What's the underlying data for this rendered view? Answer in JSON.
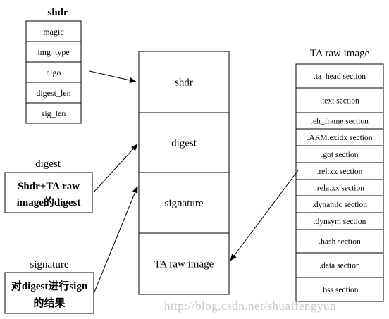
{
  "shdr_block": {
    "title": "shdr",
    "fields": [
      "magic",
      "img_type",
      "algo",
      "digest_len",
      "sig_len"
    ]
  },
  "digest_block": {
    "title": "digest",
    "box_lines": [
      "Shdr+TA raw",
      "image的digest"
    ]
  },
  "signature_block": {
    "title": "signature",
    "box_lines": [
      "对digest进行sign",
      "的结果"
    ]
  },
  "image_layout": {
    "sections": [
      "shdr",
      "digest",
      "signature",
      "TA raw image"
    ]
  },
  "ta_raw_image": {
    "title": "TA raw image",
    "sections": [
      ".ta_head section",
      ".text section",
      ".eh_frame section",
      ".ARM.exidx section",
      ".got section",
      ".rel.xx section",
      ".rela.xx section",
      ".dynamic section",
      ".dynsym section",
      ".hash section",
      ".data section",
      ".bss section"
    ]
  },
  "watermark": "http://blog.csdn.net/shuaifengyun"
}
